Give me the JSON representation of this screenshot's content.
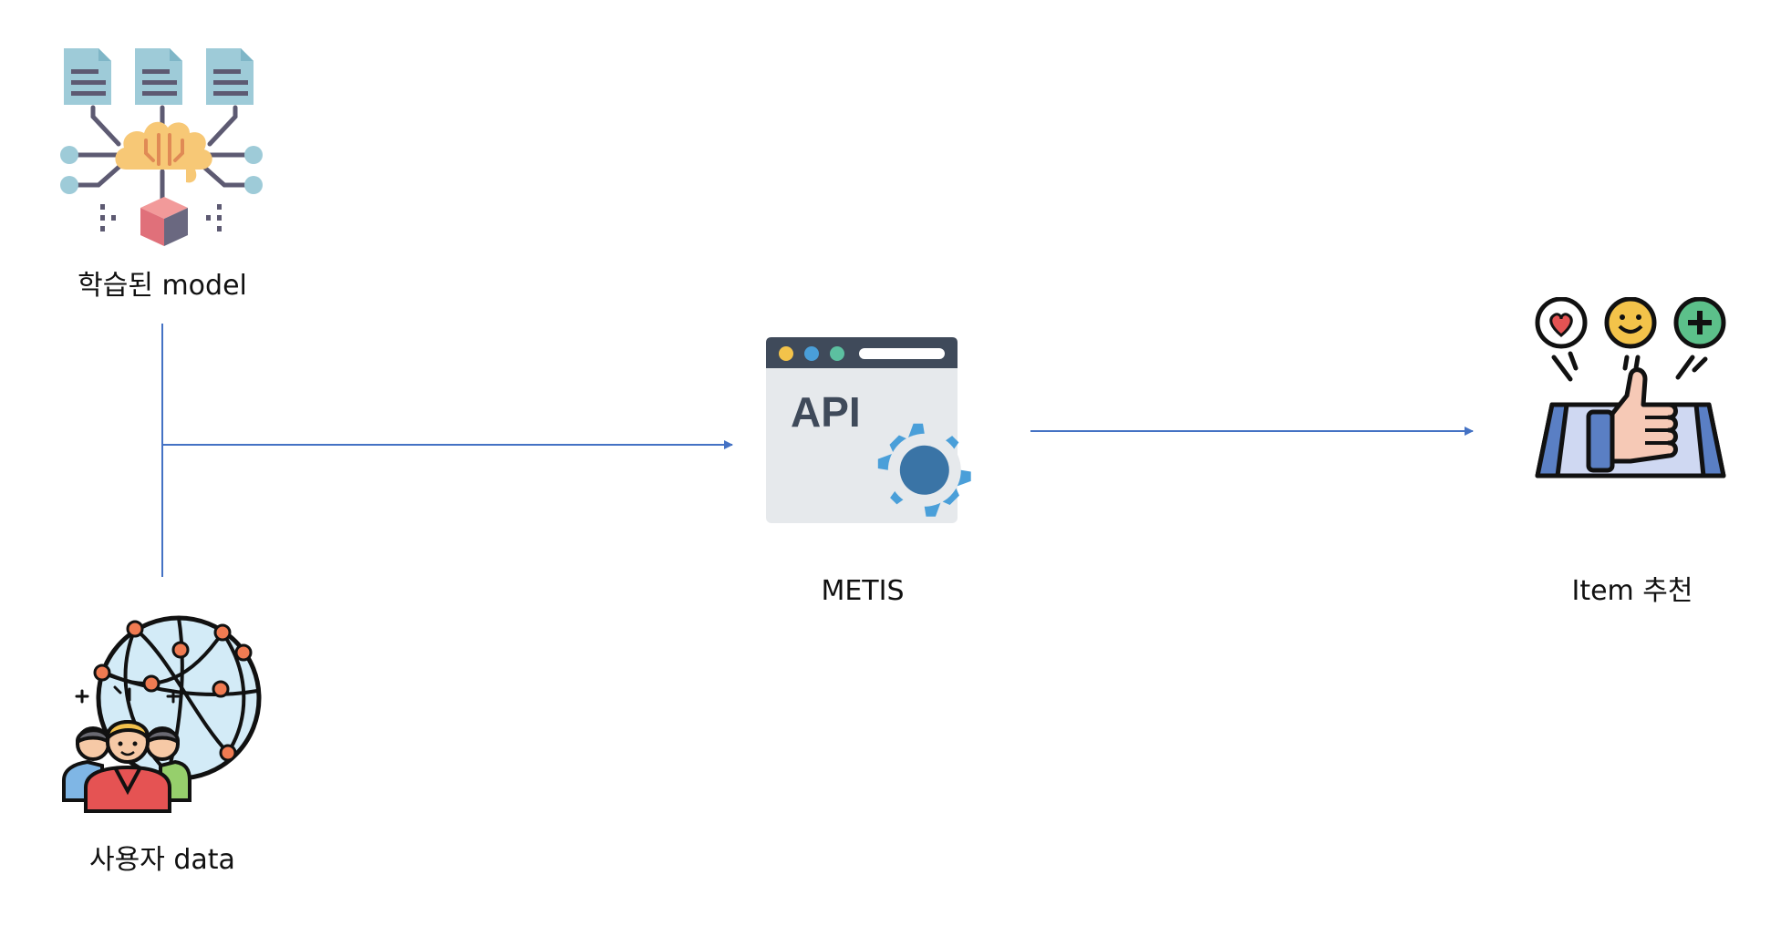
{
  "nodes": {
    "trained_model": {
      "label": "학습된 model",
      "icon": "ai-brain-documents-icon"
    },
    "user_data": {
      "label": "사용자 data",
      "icon": "users-network-globe-icon"
    },
    "metis": {
      "label": "METIS",
      "icon": "api-gear-icon",
      "icon_text": "API"
    },
    "item_recommendation": {
      "label": "Item 추천",
      "icon": "thumbs-up-reactions-icon"
    }
  },
  "colors": {
    "connector": "#4472c4",
    "doc": "#9ecbd8",
    "doc_lines": "#5d5a72",
    "brain": "#f7c876",
    "cube_front": "#e0707a",
    "cube_side": "#6a6880",
    "gear": "#4a9fd9",
    "gear_center": "#3a74a6",
    "window": "#e6e9ec",
    "window_bar": "#3f4a5a"
  }
}
